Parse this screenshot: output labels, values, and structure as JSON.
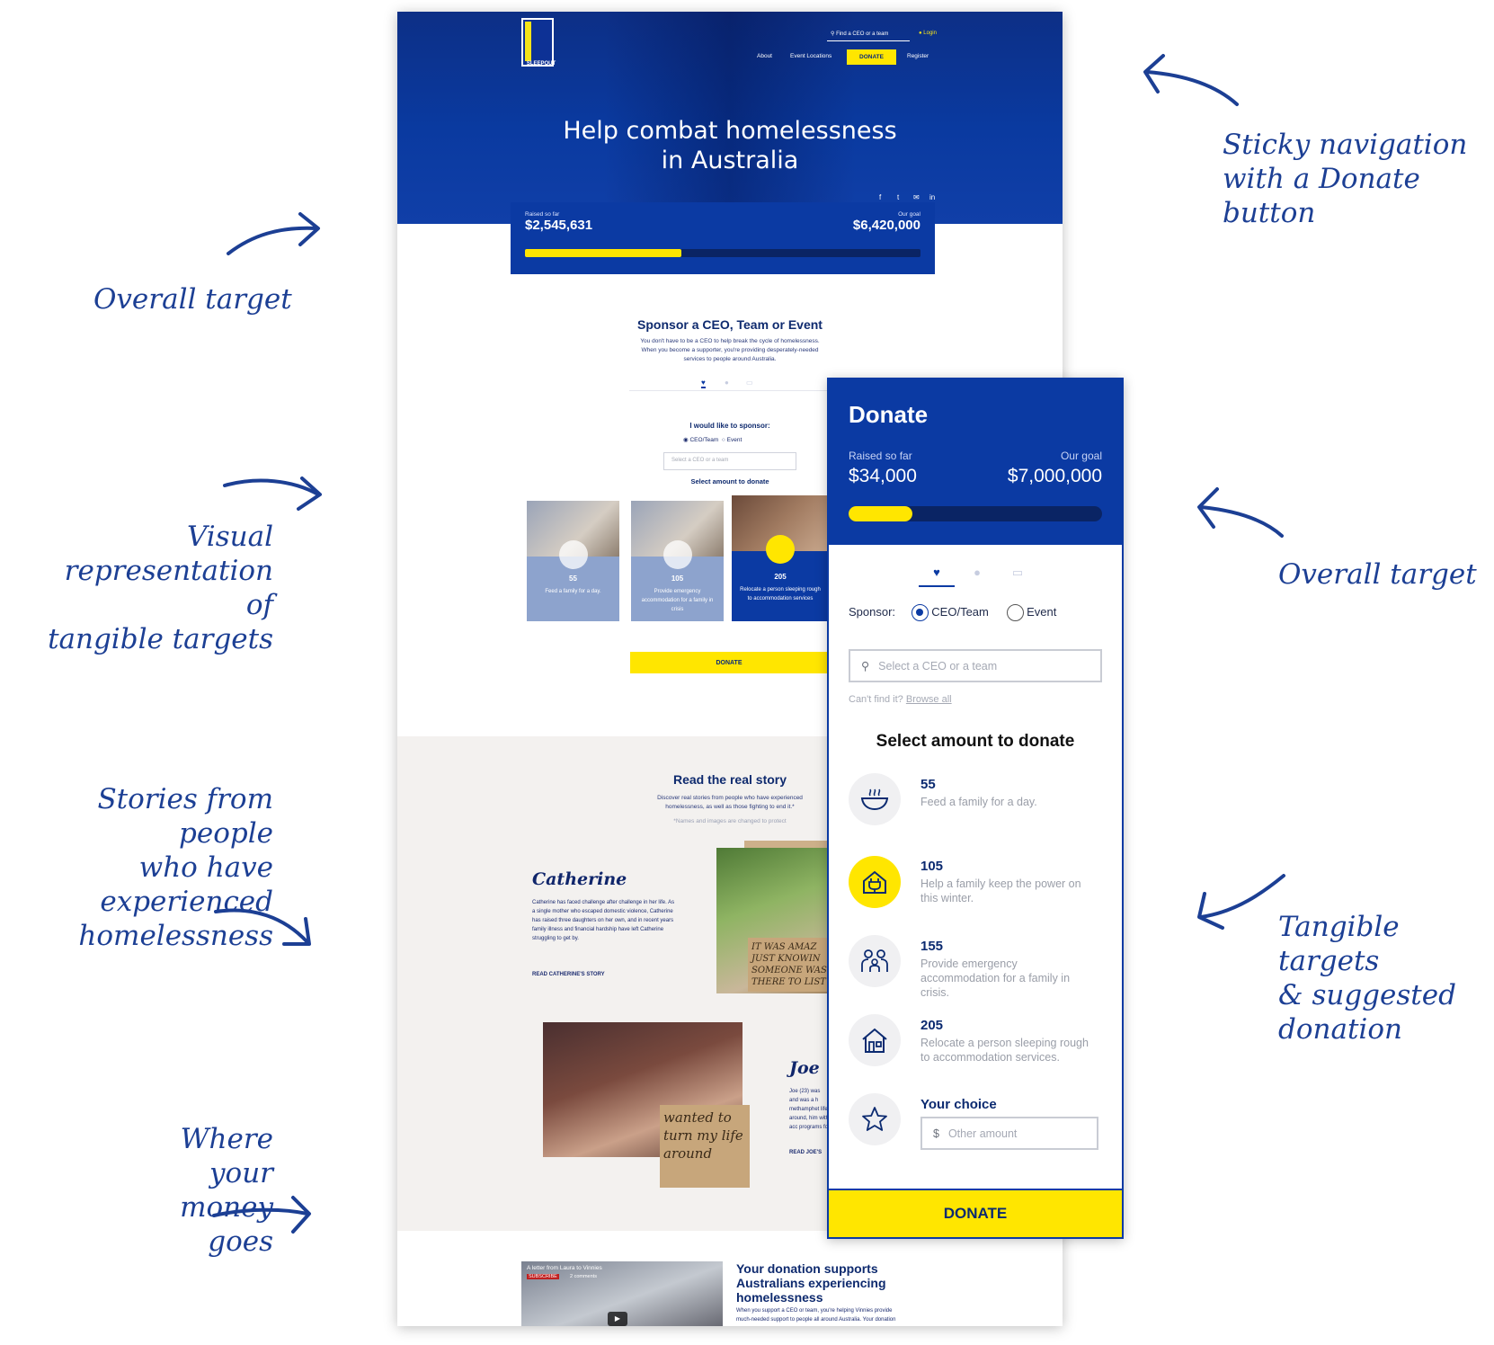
{
  "annotations": {
    "sticky_nav": "Sticky navigation\nwith a Donate\nbutton",
    "overall_target_left": "Overall target",
    "visual_rep": "Visual\nrepresentation of\ntangible targets",
    "stories": "Stories from people\nwho have experienced\nhomelessness",
    "money": "Where your\nmoney goes",
    "overall_target_right": "Overall target",
    "tangible": "Tangible targets\n& suggested\ndonation"
  },
  "site": {
    "logo_text": "SLEEPOUT",
    "search_placeholder": "Find a CEO or a team",
    "login": "Login",
    "nav": [
      "About",
      "Event Locations",
      "DONATE",
      "Register"
    ],
    "hero_title_1": "Help combat homelessness",
    "hero_title_2": "in Australia",
    "social": [
      "f",
      "t",
      "✉",
      "in"
    ],
    "raised_label": "Raised so far",
    "raised_value": "$2,545,631",
    "goal_label": "Our goal",
    "goal_value": "$6,420,000",
    "progress": 0.396
  },
  "sponsor": {
    "title": "Sponsor a CEO, Team or Event",
    "text1": "You don't have to be a CEO to help break the cycle of homelessness.",
    "text2": "When you become a supporter, you're providing desperately-needed",
    "text3": "services to people around Australia.",
    "would_like": "I would like to sponsor:",
    "opt_ceo": "CEO/Team",
    "opt_event": "Event",
    "select_placeholder": "Select a CEO or a team",
    "select_amount": "Select amount to donate",
    "tiles": [
      {
        "num": "55",
        "cap": "Feed a family for a day."
      },
      {
        "num": "105",
        "cap": "Provide emergency accommodation for a family in crisis"
      },
      {
        "num": "205",
        "cap": "Relocate a person sleeping rough to accommodation services"
      }
    ],
    "donate": "DONATE"
  },
  "stories": {
    "title": "Read the real story",
    "text1": "Discover real stories from people who have experienced",
    "text2": "homelessness, as well as those fighting to end it.*",
    "text3": "*Names and images are changed to protect",
    "catherine_name": "Catherine",
    "catherine_text": "Catherine has faced challenge after challenge in her life. As a single mother who escaped domestic violence, Catherine has raised three daughters on her own, and in recent years family illness and financial hardship have left Catherine struggling to get by.",
    "catherine_link": "READ CATHERINE'S STORY",
    "sign1": "IT WAS AMAZ JUST KNOWIN SOMEONE WAS THERE TO LIST",
    "joe_name": "Joe",
    "joe_text": "Joe (23) was and was a h methamphet life around, him with acc programs fo",
    "joe_link": "READ JOE'S",
    "sign2": "wanted to turn my life around"
  },
  "supports": {
    "video_title": "A letter from Laura to Vinnies",
    "video_sub": "SUBSCRIBE",
    "video_comments": "2 comments",
    "title1": "Your donation supports",
    "title2": "Australians experiencing",
    "title3": "homelessness",
    "text1": "When you support a CEO or team, you're helping Vinnies provide",
    "text2": "much-needed support to people all around Australia. Your donation"
  },
  "widget": {
    "title": "Donate",
    "raised_label": "Raised so far",
    "raised_value": "$34,000",
    "goal_label": "Our goal",
    "goal_value": "$7,000,000",
    "progress": 0.25,
    "sponsor_label": "Sponsor:",
    "opt_ceo": "CEO/Team",
    "opt_event": "Event",
    "search_placeholder": "Select a CEO or a team",
    "cant_find": "Can't find it?",
    "browse_all": "Browse all",
    "select_amount": "Select amount to donate",
    "options": [
      {
        "num": "55",
        "cap": "Feed a family for a day.",
        "icon": "bowl-icon"
      },
      {
        "num": "105",
        "cap": "Help a family keep the power on this winter.",
        "icon": "house-plug-icon"
      },
      {
        "num": "155",
        "cap": "Provide emergency accommodation for a family in crisis.",
        "icon": "family-icon"
      },
      {
        "num": "205",
        "cap": "Relocate a person sleeping rough to accommodation services.",
        "icon": "house-icon"
      }
    ],
    "your_choice": "Your choice",
    "currency": "$",
    "other_placeholder": "Other amount",
    "donate": "DONATE"
  },
  "colors": {
    "brand_blue": "#0b3aa3",
    "accent_yellow": "#ffe600"
  }
}
